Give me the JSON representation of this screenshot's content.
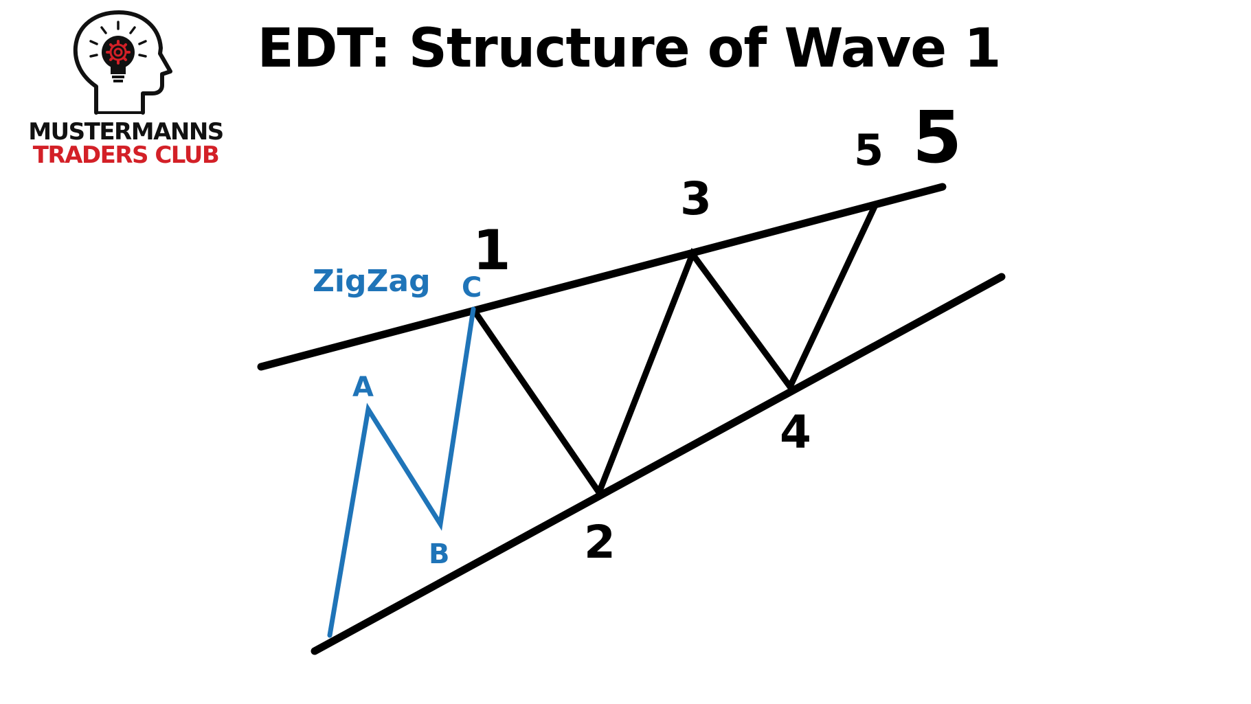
{
  "title": "EDT: Structure of Wave 1",
  "logo": {
    "line1": "MUSTERMANNS",
    "line2": "TRADERS CLUB",
    "colors": {
      "dark": "#111111",
      "accent": "#d32027"
    }
  },
  "diagram": {
    "zigzag_label": "ZigZag",
    "subwave_labels": [
      "A",
      "B",
      "C"
    ],
    "wave_labels": [
      "1",
      "2",
      "3",
      "4",
      "5"
    ],
    "wave_end_label": "5",
    "colors": {
      "main": "#000000",
      "zigzag": "#1f74b8"
    }
  }
}
